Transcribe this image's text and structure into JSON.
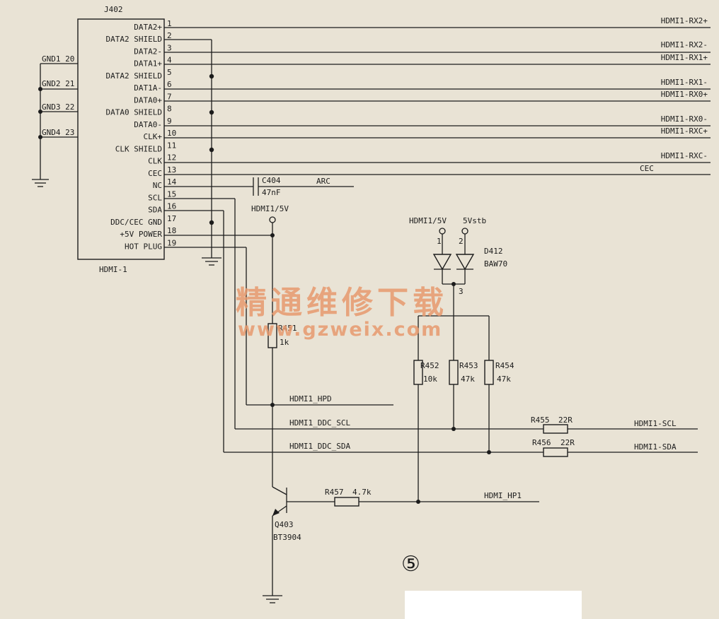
{
  "connector": {
    "ref": "J402",
    "name": "HDMI-1",
    "gnd_pins": [
      "GND1 20",
      "GND2 21",
      "GND3 22",
      "GND4 23"
    ],
    "pins": [
      {
        "num": "1",
        "name": "DATA2+"
      },
      {
        "num": "2",
        "name": "DATA2 SHIELD"
      },
      {
        "num": "3",
        "name": "DATA2-"
      },
      {
        "num": "4",
        "name": "DATA1+"
      },
      {
        "num": "5",
        "name": "DATA2 SHIELD"
      },
      {
        "num": "6",
        "name": "DAT1A-"
      },
      {
        "num": "7",
        "name": "DATA0+"
      },
      {
        "num": "8",
        "name": "DATA0 SHIELD"
      },
      {
        "num": "9",
        "name": "DATA0-"
      },
      {
        "num": "10",
        "name": "CLK+"
      },
      {
        "num": "11",
        "name": "CLK SHIELD"
      },
      {
        "num": "12",
        "name": "CLK"
      },
      {
        "num": "13",
        "name": "CEC"
      },
      {
        "num": "14",
        "name": "NC"
      },
      {
        "num": "15",
        "name": "SCL"
      },
      {
        "num": "16",
        "name": "SDA"
      },
      {
        "num": "17",
        "name": "DDC/CEC GND"
      },
      {
        "num": "18",
        "name": "+5V POWER"
      },
      {
        "num": "19",
        "name": "HOT PLUG"
      }
    ]
  },
  "nets_right": [
    "HDMI1-RX2+",
    "HDMI1-RX2-",
    "HDMI1-RX1+",
    "HDMI1-RX1-",
    "HDMI1-RX0+",
    "HDMI1-RX0-",
    "HDMI1-RXC+",
    "HDMI1-RXC-",
    "CEC"
  ],
  "capacitor": {
    "ref": "C404",
    "value": "47nF",
    "net": "ARC"
  },
  "power": {
    "hdmi5v_a": "HDMI1/5V",
    "hdmi5v_b": "HDMI1/5V",
    "stby": "5Vstb"
  },
  "diode": {
    "ref": "D412",
    "part": "BAW70",
    "pin1": "1",
    "pin2": "2",
    "pin3": "3"
  },
  "resistors": {
    "r451": {
      "ref": "R451",
      "value": "1k"
    },
    "r452": {
      "ref": "R452",
      "value": "10k"
    },
    "r453": {
      "ref": "R453",
      "value": "47k"
    },
    "r454": {
      "ref": "R454",
      "value": "47k"
    },
    "r455": {
      "ref": "R455",
      "value": "22R"
    },
    "r456": {
      "ref": "R456",
      "value": "22R"
    },
    "r457": {
      "ref": "R457",
      "value": "4.7k"
    }
  },
  "transistor": {
    "ref": "Q403",
    "part": "BT3904"
  },
  "nets": {
    "hpd": "HDMI1_HPD",
    "ddc_scl": "HDMI1_DDC_SCL",
    "ddc_sda": "HDMI1_DDC_SDA",
    "out_scl": "HDMI1-SCL",
    "out_sda": "HDMI1-SDA",
    "hp1": "HDMI_HP1"
  },
  "figure_marker": "⑤",
  "watermark": {
    "chinese": "精通维修下载",
    "url": "www.gzweix.com"
  },
  "colors": {
    "ink": "#1c1c1c",
    "paper": "#e9e3d5",
    "watermark": "#e79a6e"
  }
}
